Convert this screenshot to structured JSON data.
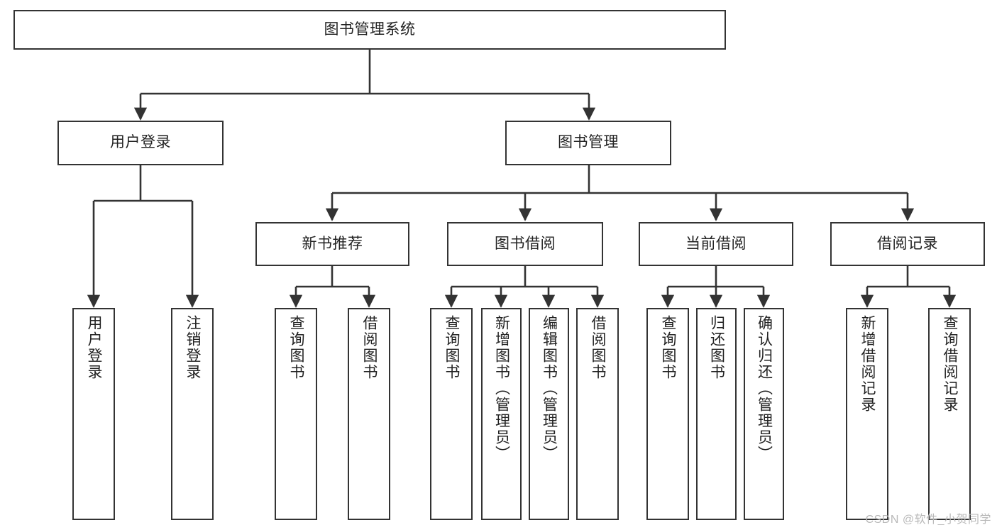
{
  "diagram": {
    "title": "图书管理系统",
    "type": "tree",
    "orientation": "top-down",
    "colors": {
      "background": "#ffffff",
      "node_border": "#333333",
      "node_fill": "#ffffff",
      "text": "#222222",
      "edge": "#333333",
      "watermark": "#b9b9b9"
    },
    "watermark": "CSDN @软件_小贺同学",
    "nodes": {
      "root": {
        "label": "图书管理系统"
      },
      "level2": [
        {
          "id": "user-login",
          "label": "用户登录"
        },
        {
          "id": "book-manage",
          "label": "图书管理"
        }
      ],
      "level3": [
        {
          "id": "new-book-recommend",
          "label": "新书推荐"
        },
        {
          "id": "book-borrow",
          "label": "图书借阅"
        },
        {
          "id": "current-borrow",
          "label": "当前借阅"
        },
        {
          "id": "borrow-record",
          "label": "借阅记录"
        }
      ],
      "leaves": {
        "user_login": [
          {
            "id": "leaf-user-login",
            "label": "用户登录"
          },
          {
            "id": "leaf-logout-login",
            "label": "注销登录"
          }
        ],
        "new_book_recommend": [
          {
            "id": "leaf-query-book-1",
            "label": "查询图书"
          },
          {
            "id": "leaf-borrow-book-1",
            "label": "借阅图书"
          }
        ],
        "book_borrow": [
          {
            "id": "leaf-query-book-2",
            "label": "查询图书"
          },
          {
            "id": "leaf-add-book",
            "label": "新增图书（管理员）"
          },
          {
            "id": "leaf-edit-book",
            "label": "编辑图书（管理员）"
          },
          {
            "id": "leaf-borrow-book-2",
            "label": "借阅图书"
          }
        ],
        "current_borrow": [
          {
            "id": "leaf-query-book-3",
            "label": "查询图书"
          },
          {
            "id": "leaf-return-book",
            "label": "归还图书"
          },
          {
            "id": "leaf-confirm-return",
            "label": "确认归还（管理员）"
          }
        ],
        "borrow_record": [
          {
            "id": "leaf-add-record",
            "label": "新增借阅记录"
          },
          {
            "id": "leaf-query-record",
            "label": "查询借阅记录"
          }
        ]
      }
    }
  }
}
